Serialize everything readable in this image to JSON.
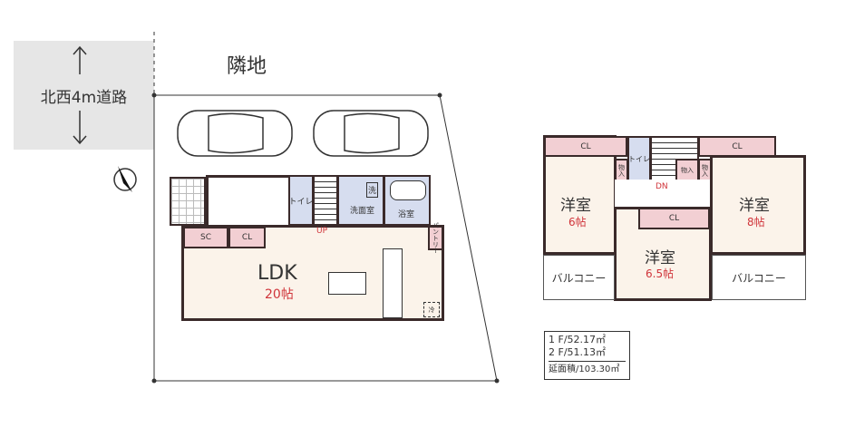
{
  "site": {
    "road_label": "北西4m道路",
    "neighbor_label": "隣地"
  },
  "floor1": {
    "sc": "SC",
    "cl": "CL",
    "toilet": "トイレ",
    "washroom": "洗面室",
    "washer": "洗",
    "bath": "浴室",
    "pantry": "パントリー",
    "up": "UP",
    "ldk": "LDK",
    "ldk_size": "20帖",
    "fridge": "冷"
  },
  "floor2": {
    "cl": "CL",
    "toilet": "トイレ",
    "storage": "物入",
    "dn": "DN",
    "room_left": "洋室",
    "room_left_size": "6帖",
    "room_right": "洋室",
    "room_right_size": "8帖",
    "room_mid": "洋室",
    "room_mid_size": "6.5帖",
    "balcony": "バルコニー"
  },
  "area": {
    "f1": "1 F/52.17㎡",
    "f2": "2 F/51.13㎡",
    "total": "延面積/103.30㎡"
  },
  "colors": {
    "room": "#fbf3ea",
    "closet": "#f2cfd3",
    "wet": "#d6ddef",
    "road": "#e6e6e6",
    "size_text": "#d0343a"
  }
}
